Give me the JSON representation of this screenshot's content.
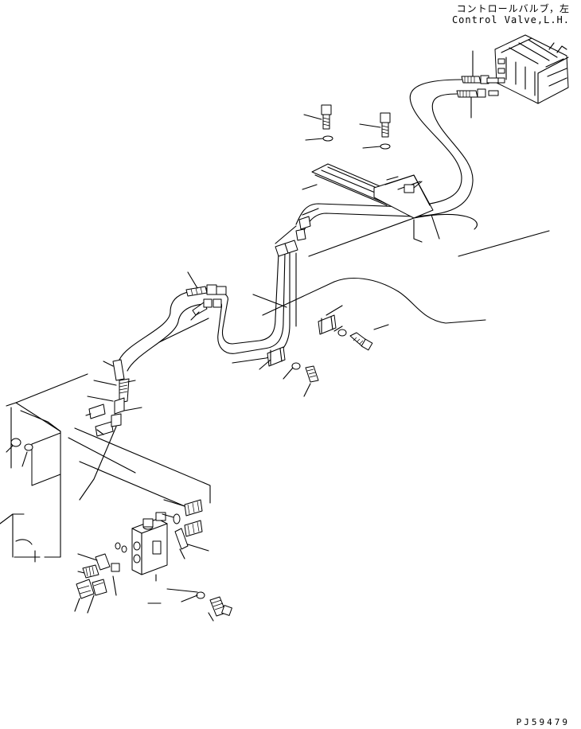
{
  "diagram": {
    "title_japanese": "コントロールバルブ，左",
    "title_english": "Control Valve,L.H.",
    "figure_code": "PJ59479"
  }
}
